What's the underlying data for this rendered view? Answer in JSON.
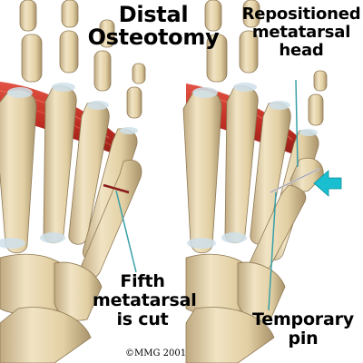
{
  "title_lines": [
    "Distal",
    "Osteotomy"
  ],
  "labels": {
    "repositioned": [
      "Repositioned",
      "metatarsal",
      "head"
    ],
    "fifth": [
      "Fifth",
      "metatarsal",
      "is cut"
    ],
    "pin": [
      "Temporary",
      "pin"
    ]
  },
  "copyright": "©MMG 2001",
  "colors": {
    "bone": "#e6d6b0",
    "bone_shadow": "#b9a37a",
    "joint": "#cfe0ea",
    "muscle": "#d33a2c",
    "muscle_dark": "#a3231b",
    "leader": "#3aa0a8",
    "arrow": "#19bfd0",
    "cut_line": "#8a1a1a"
  },
  "icons": [
    "direction-arrow-icon"
  ]
}
